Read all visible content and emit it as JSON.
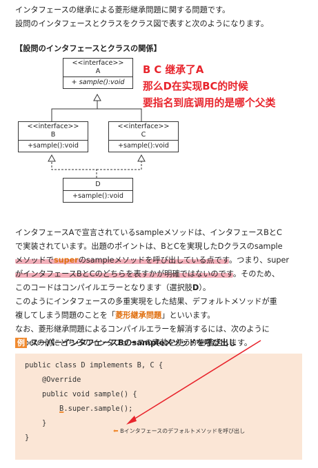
{
  "intro": {
    "line1": "インタフェースの継承による菱形継承問題に関する問題です。",
    "line2": "設問のインタフェースとクラスをクラス図で表すと次のようになります。"
  },
  "diagram": {
    "title": "【設問のインタフェースとクラスの関係】",
    "A": {
      "stereotype": "<<interface>>",
      "name": "A",
      "method": "+ sample():void"
    },
    "B": {
      "stereotype": "<<interface>>",
      "name": "B",
      "method": "+sample():void"
    },
    "C": {
      "stereotype": "<<interface>>",
      "name": "C",
      "method": "+sample():void"
    },
    "D": {
      "name": "D",
      "method": "+sample():void"
    }
  },
  "annotation": {
    "line1": "B C 继承了A",
    "line2": "那么D在实现BC的时候",
    "line3": "要指名到底调用的是哪个父类",
    "color": "#e8242c"
  },
  "body": {
    "l1": "インタフェースAで宣言されているsampleメソッドは、インタフェースBとC",
    "l2": "で実装されています。出題のポイントは、BとCを実現したDクラスのsample",
    "l3a": "メソッドで",
    "l3b": "super",
    "l3c": "のsampleメソッドを呼び出している点です",
    "l3d": "。つまり、super",
    "l4a": "がインタフェースBとCのどちらを表すかが明確ではないのです",
    "l4b": "。そのため、",
    "l5a": "このコードはコンパイルエラーとなります（選択肢",
    "l5b": "D",
    "l5c": "）。",
    "l6": "このようにインタフェースの多重実現をした結果、デフォルトメソッドが重",
    "l7a": "複してしまう問題のことを「",
    "l7b": "菱形継承問題",
    "l7c": "」といいます。",
    "l8": "なお、菱形継承問題によるコンパイルエラーを解消するには、次のように",
    "l9": "superの前にどちらのインタフェースの実装を使うかを指定します。"
  },
  "example": {
    "badge": "例",
    "title": "スーパーインタフェースBのsampleメソッドを呼び出し",
    "code1": "public class D implements B, C {",
    "code2": "    @Override",
    "code3": "    public void sample() {",
    "code4_indent": "        ",
    "code4_u": "B",
    "code4_rest": ".super.sample();",
    "code5": "    }",
    "code6": "}",
    "note_arrow": "⬅",
    "note": "Bインタフェースのデフォルトメソッドを呼び出し"
  },
  "colors": {
    "accent_orange": "#f08a30",
    "code_bg": "#fbe6d6",
    "highlight_pink": "#e86e82"
  }
}
